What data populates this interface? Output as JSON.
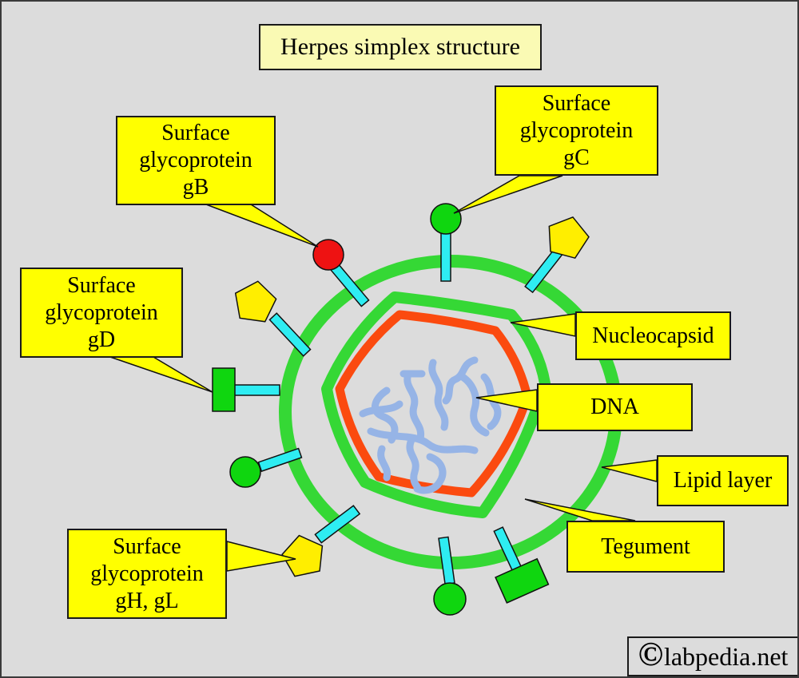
{
  "title": "Herpes simplex structure",
  "labels": {
    "gb": {
      "lines": [
        "Surface",
        "glycoprotein",
        "gB"
      ]
    },
    "gc": {
      "lines": [
        "Surface",
        "glycoprotein",
        "gC"
      ]
    },
    "gd": {
      "lines": [
        "Surface",
        "glycoprotein",
        "gD"
      ]
    },
    "ghgl": {
      "lines": [
        "Surface",
        "glycoprotein",
        "gH, gL"
      ]
    },
    "nucleocapsid": "Nucleocapsid",
    "dna": "DNA",
    "lipid_layer": "Lipid layer",
    "tegument": "Tegument"
  },
  "footer": {
    "copyright_symbol": "©",
    "site_name": "labpedia.net"
  },
  "colors": {
    "background": "#DCDCDC",
    "label_yellow": "#FFFF00",
    "title_yellow": "#FAFAB4",
    "membrane_green": "#35D835",
    "capsid_orange": "#FB4A0F",
    "stalk_cyan": "#2EEDF2",
    "head_green": "#0FD60F",
    "gb_red": "#EE1212",
    "pentagon_yellow": "#FFEE00",
    "dna_blue": "#96B4E6",
    "outline_black": "#111111"
  }
}
